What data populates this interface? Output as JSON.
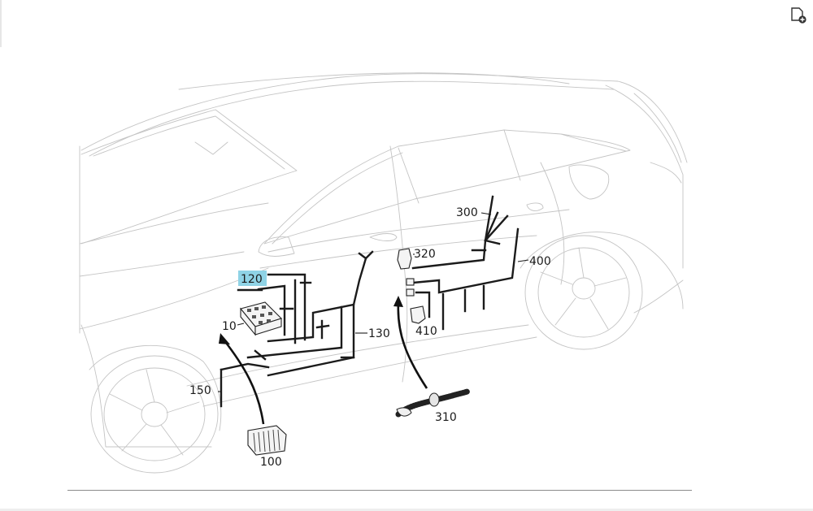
{
  "toolbar": {
    "add_icon": "document-add-icon"
  },
  "callouts": {
    "c120": "120",
    "c10": "10",
    "c130": "130",
    "c150": "150",
    "c100": "100",
    "c300": "300",
    "c320": "320",
    "c400": "400",
    "c410": "410",
    "c310": "310"
  },
  "colors": {
    "highlight": "#8fd3e6",
    "wire": "#1b1b1b",
    "car_outline": "#c4c4c4"
  }
}
